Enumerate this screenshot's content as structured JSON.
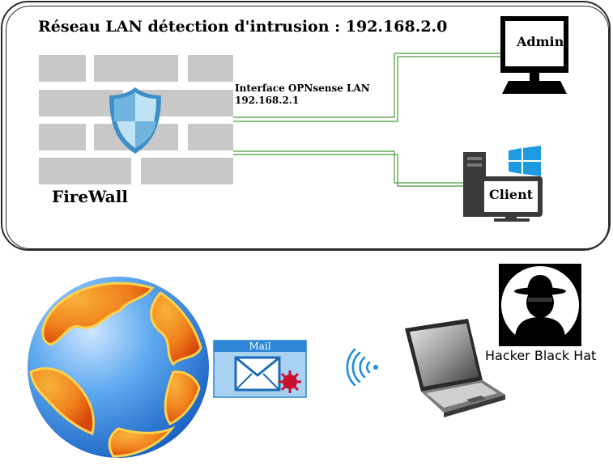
{
  "diagram": {
    "title": "Réseau LAN détection d'intrusion : 192.168.2.0",
    "interface_label_line1": "Interface OPNsense LAN",
    "interface_label_line2": "192.168.2.1",
    "firewall_label": "FireWall",
    "admin_label": "Admin",
    "client_label": "Client",
    "hacker_label": "Hacker Black Hat",
    "mail_label": "Mail"
  },
  "icons": {
    "firewall": "brick-wall-shield-icon",
    "admin": "monitor-icon",
    "client": "desktop-windows-icon",
    "internet": "globe-icon",
    "mail": "mail-envelope-virus-icon",
    "wifi": "wifi-signal-icon",
    "laptop": "laptop-icon",
    "hacker": "hacker-avatar-icon"
  },
  "colors": {
    "link_line": "#4a9a3a",
    "brick": "#c8c8c8",
    "shield": "#4a9bd1",
    "globe_ocean": "#3a8ee0",
    "globe_land": "#f08a1c",
    "mail_blue": "#2e86d6"
  }
}
